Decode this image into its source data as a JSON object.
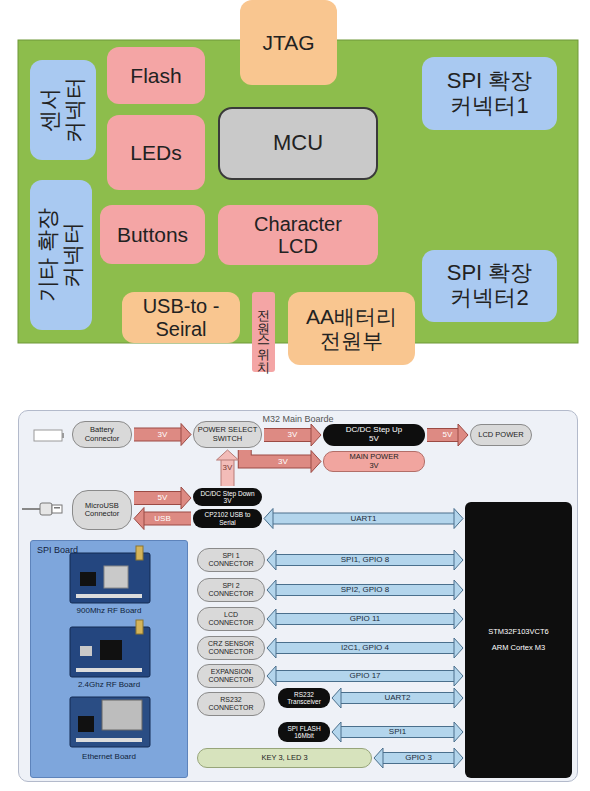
{
  "diagram": {
    "nodes": [
      {
        "text": [
          "JTAG"
        ]
      },
      {
        "text": [
          "센서 커넥터"
        ]
      },
      {
        "text": [
          "Flash"
        ]
      },
      {
        "text": [
          "LEDs"
        ]
      },
      {
        "text": [
          "MCU"
        ]
      },
      {
        "text": [
          "SPI 확장 커넥터1"
        ]
      },
      {
        "text": [
          "기타 확장 커넥터"
        ]
      },
      {
        "text": [
          "Buttons"
        ]
      },
      {
        "text": [
          "Character LCD"
        ]
      },
      {
        "text": [
          "SPI 확장 커넥터2"
        ]
      },
      {
        "text": [
          "USB-to -Seiral"
        ]
      },
      {
        "text": [
          "전원스위치"
        ]
      },
      {
        "text": [
          "AA배터리 전원부"
        ]
      },
      {
        "text": [
          "M32 Main Boarde"
        ]
      },
      {
        "text": [
          "Battery Connector"
        ],
        "in": 13
      },
      {
        "text": [
          "POWER SELECT SWITCH"
        ],
        "in": 13
      },
      {
        "text": [
          "DC/DC Step Up 5V"
        ],
        "in": 13
      },
      {
        "text": [
          "LCD POWER"
        ],
        "in": 13
      },
      {
        "text": [
          "MAIN POWER 3V"
        ],
        "in": 13
      },
      {
        "text": [
          "MicroUSB Connector"
        ],
        "in": 13
      },
      {
        "text": [
          "DC/DC Step Down 3V"
        ],
        "in": 13
      },
      {
        "text": [
          "CP2102 USB to Serial"
        ],
        "in": 13
      },
      {
        "text": [
          "SPI Board"
        ],
        "in": 13
      },
      {
        "text": [
          "900Mhz RF Board"
        ],
        "in": 22
      },
      {
        "text": [
          "2.4Ghz RF Board"
        ],
        "in": 22
      },
      {
        "text": [
          "Ethernet Board"
        ],
        "in": 22
      },
      {
        "text": [
          "SPI 1 CONNECTOR"
        ],
        "in": 13
      },
      {
        "text": [
          "SPI 2 CONNECTOR"
        ],
        "in": 13
      },
      {
        "text": [
          "LCD CONNECTOR"
        ],
        "in": 13
      },
      {
        "text": [
          "CRZ SENSOR CONNECTOR"
        ],
        "in": 13
      },
      {
        "text": [
          "EXPANSION CONNECTOR"
        ],
        "in": 13
      },
      {
        "text": [
          "RS232 CONNECTOR"
        ],
        "in": 13
      },
      {
        "text": [
          "RS232 Transceiver"
        ],
        "in": 13
      },
      {
        "text": [
          "SPI FLASH 16Mbit"
        ],
        "in": 13
      },
      {
        "text": [
          "KEY 3, LED 3"
        ],
        "in": 13
      },
      {
        "text": [
          "STM32F103VCT6",
          "ARM Cortex M3"
        ],
        "in": 13
      }
    ],
    "edges": [
      {
        "from": 14,
        "to": 15,
        "label": "3V",
        "arrow": "to"
      },
      {
        "from": 15,
        "to": 16,
        "label": "3V",
        "arrow": "to"
      },
      {
        "from": 16,
        "to": 17,
        "label": "5V",
        "arrow": "to"
      },
      {
        "from": 15,
        "to": 18,
        "label": "3V",
        "arrow": "to"
      },
      {
        "from": 20,
        "to": 15,
        "label": "3V",
        "arrow": "to"
      },
      {
        "from": 19,
        "to": 20,
        "label": "5V",
        "arrow": "to"
      },
      {
        "from": 21,
        "to": 19,
        "label": "USB",
        "arrow": "to"
      },
      {
        "from": 21,
        "to": 35,
        "label": "UART1",
        "arrow": "both"
      },
      {
        "from": 26,
        "to": 35,
        "label": "SPI1, GPIO 8",
        "arrow": "both"
      },
      {
        "from": 27,
        "to": 35,
        "label": "SPI2, GPIO 8",
        "arrow": "both"
      },
      {
        "from": 28,
        "to": 35,
        "label": "GPIO 11",
        "arrow": "both"
      },
      {
        "from": 29,
        "to": 35,
        "label": "I2C1, GPIO 4",
        "arrow": "both"
      },
      {
        "from": 30,
        "to": 35,
        "label": "GPIO 17",
        "arrow": "both"
      },
      {
        "from": 32,
        "to": 35,
        "label": "UART2",
        "arrow": "both"
      },
      {
        "from": 33,
        "to": 35,
        "label": "SPI1",
        "arrow": "both"
      },
      {
        "from": 34,
        "to": 35,
        "label": "GPIO 3",
        "arrow": "both"
      }
    ]
  }
}
